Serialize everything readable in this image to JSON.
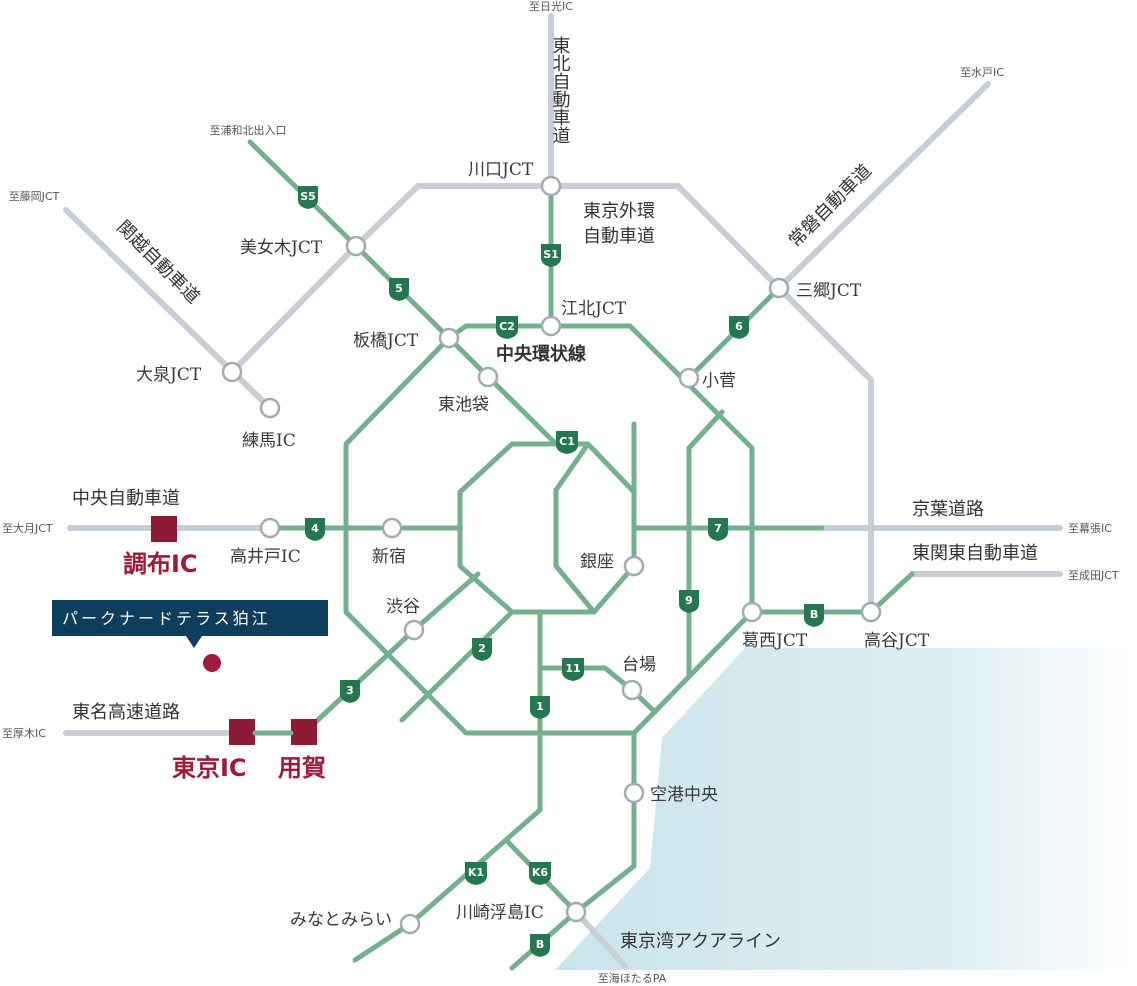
{
  "destinations": {
    "nikko": "至日光IC",
    "mito": "至水戸IC",
    "urawa": "至浦和北出入口",
    "fujioka": "至藤岡JCT",
    "otsuki": "至大月JCT",
    "makuhari": "至幕張IC",
    "narita": "至成田JCT",
    "atsugi": "至厚木IC",
    "umihotaru": "至海ほたるPA"
  },
  "highways": {
    "tohoku": "東北自動車道",
    "gaikan_1": "東京外環",
    "gaikan_2": "自動車道",
    "joban": "常磐自動車道",
    "kanetsu": "関越自動車道",
    "chuo_kanjo": "中央環状線",
    "chuo_expressway": "中央自動車道",
    "keiyo": "京葉道路",
    "higashi_kanto": "東関東自動車道",
    "tomei": "東名高速道路",
    "aqualine": "東京湾アクアライン"
  },
  "nodes": {
    "kawaguchi": "川口JCT",
    "bijogi": "美女木JCT",
    "misato": "三郷JCT",
    "kohoku": "江北JCT",
    "itabashi": "板橋JCT",
    "kosuge": "小菅",
    "higashi_ikebukuro": "東池袋",
    "oizumi": "大泉JCT",
    "nerima": "練馬IC",
    "takaido": "高井戸IC",
    "shinjuku": "新宿",
    "ginza": "銀座",
    "shibuya": "渋谷",
    "kasai": "葛西JCT",
    "koya": "高谷JCT",
    "daiba": "台場",
    "kuko_chuo": "空港中央",
    "kawasaki_ukishima": "川崎浮島IC",
    "minatomirai": "みなとみらい"
  },
  "interchanges": {
    "chofu": "調布IC",
    "tokyo": "東京IC",
    "yoga": "用賀"
  },
  "callout": {
    "property": "パークナードテラス狛江"
  },
  "routes": {
    "s5": "S5",
    "s1": "S1",
    "r5": "5",
    "r6": "6",
    "c2": "C2",
    "c1": "C1",
    "r4": "4",
    "r7": "7",
    "r9": "9",
    "rb": "B",
    "r2": "2",
    "r3": "3",
    "r11": "11",
    "r1": "1",
    "k1": "K1",
    "k6": "K6",
    "rb2": "B"
  },
  "colors": {
    "expressway_gray": "#c7ced6",
    "metro_green": "#74b08f",
    "shield_green": "#25774f",
    "ic_red": "#8e1a36",
    "callout_navy": "#0e3e5c",
    "bay_blue": "#cde6ec"
  }
}
